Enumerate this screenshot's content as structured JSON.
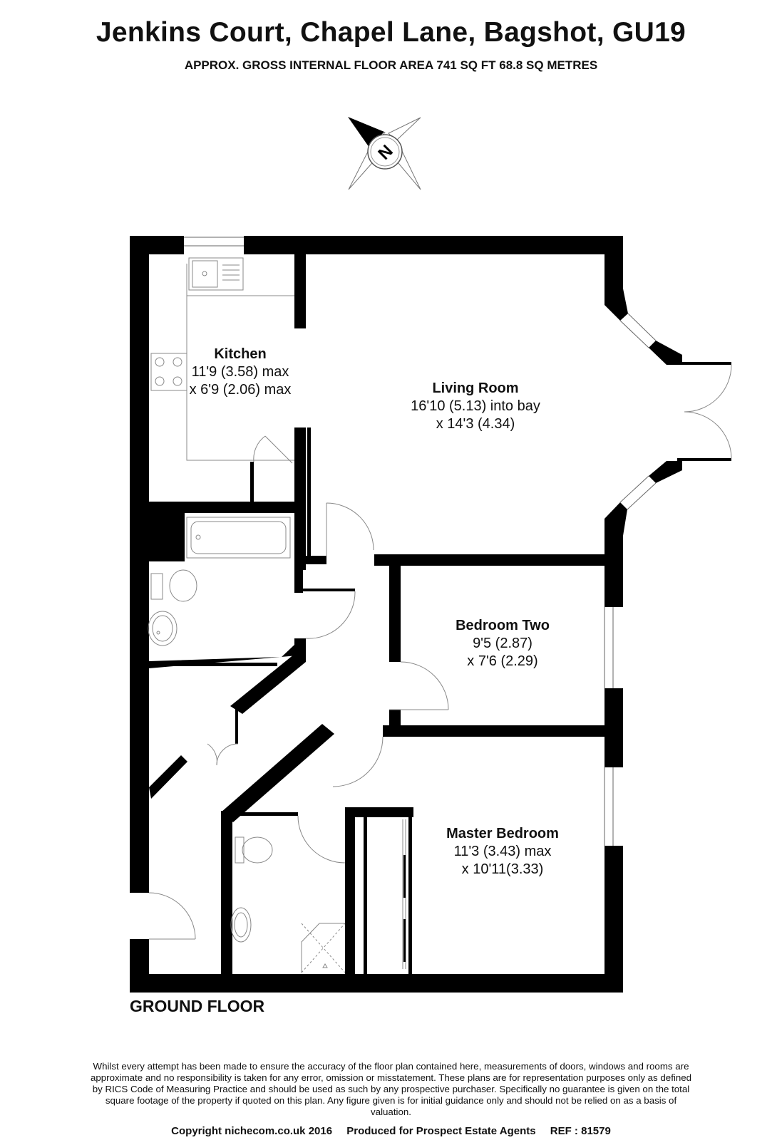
{
  "header": {
    "title": "Jenkins Court, Chapel Lane, Bagshot, GU19",
    "subtitle": "APPROX. GROSS INTERNAL FLOOR AREA 741 SQ FT 68.8 SQ METRES"
  },
  "compass": {
    "letter": "N",
    "icon": "compass-rose-icon"
  },
  "rooms": {
    "kitchen": {
      "name": "Kitchen",
      "dim1": "11'9 (3.58) max",
      "dim2": "x 6'9 (2.06) max"
    },
    "living": {
      "name": "Living Room",
      "dim1": "16'10 (5.13) into bay",
      "dim2": "x 14'3 (4.34)"
    },
    "bedroom_two": {
      "name": "Bedroom Two",
      "dim1": "9'5 (2.87)",
      "dim2": "x 7'6 (2.29)"
    },
    "master": {
      "name": "Master Bedroom",
      "dim1": "11'3 (3.43) max",
      "dim2": "x 10'11(3.33)"
    }
  },
  "floor_label": "GROUND FLOOR",
  "disclaimer": "Whilst every attempt has been made to ensure the accuracy of the floor plan contained here, measurements of doors, windows and rooms are approximate and no responsibility is taken for any error, omission or misstatement. These plans are for representation purposes only as defined by RICS Code of Measuring Practice and should be used as such by any prospective purchaser. Specifically no guarantee is given on the total square footage of the property if quoted on this plan. Any figure given is for initial guidance only and should not be relied on as a basis of valuation.",
  "footer": {
    "copyright": "Copyright nichecom.co.uk 2016",
    "produced": "Produced for Prospect Estate Agents",
    "ref": "REF : 81579"
  },
  "colors": {
    "wall": "#000000",
    "fixture": "#888888"
  }
}
